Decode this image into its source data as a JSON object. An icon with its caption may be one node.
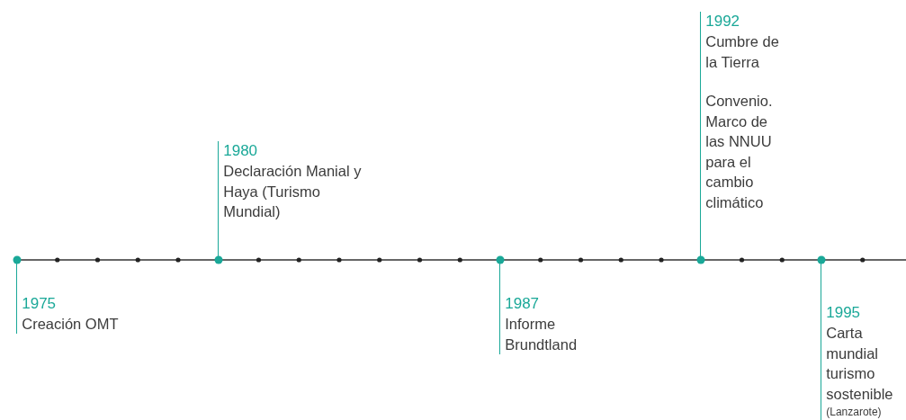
{
  "diagram": {
    "nodes": [
      {
        "text": [
          "1975",
          "Creación OMT"
        ]
      },
      {
        "text": [
          "1980",
          "Declaración Manial y Haya (Turismo Mundial)"
        ]
      },
      {
        "text": [
          "1987",
          "Informe Brundtland"
        ]
      },
      {
        "text": [
          "1992",
          "Cumbre de la Tierra",
          "Convenio. Marco de las NNUU para el cambio climático"
        ]
      },
      {
        "text": [
          "1995",
          "Carta mundial turismo sostenible",
          "(Lanzarote)"
        ]
      }
    ]
  }
}
